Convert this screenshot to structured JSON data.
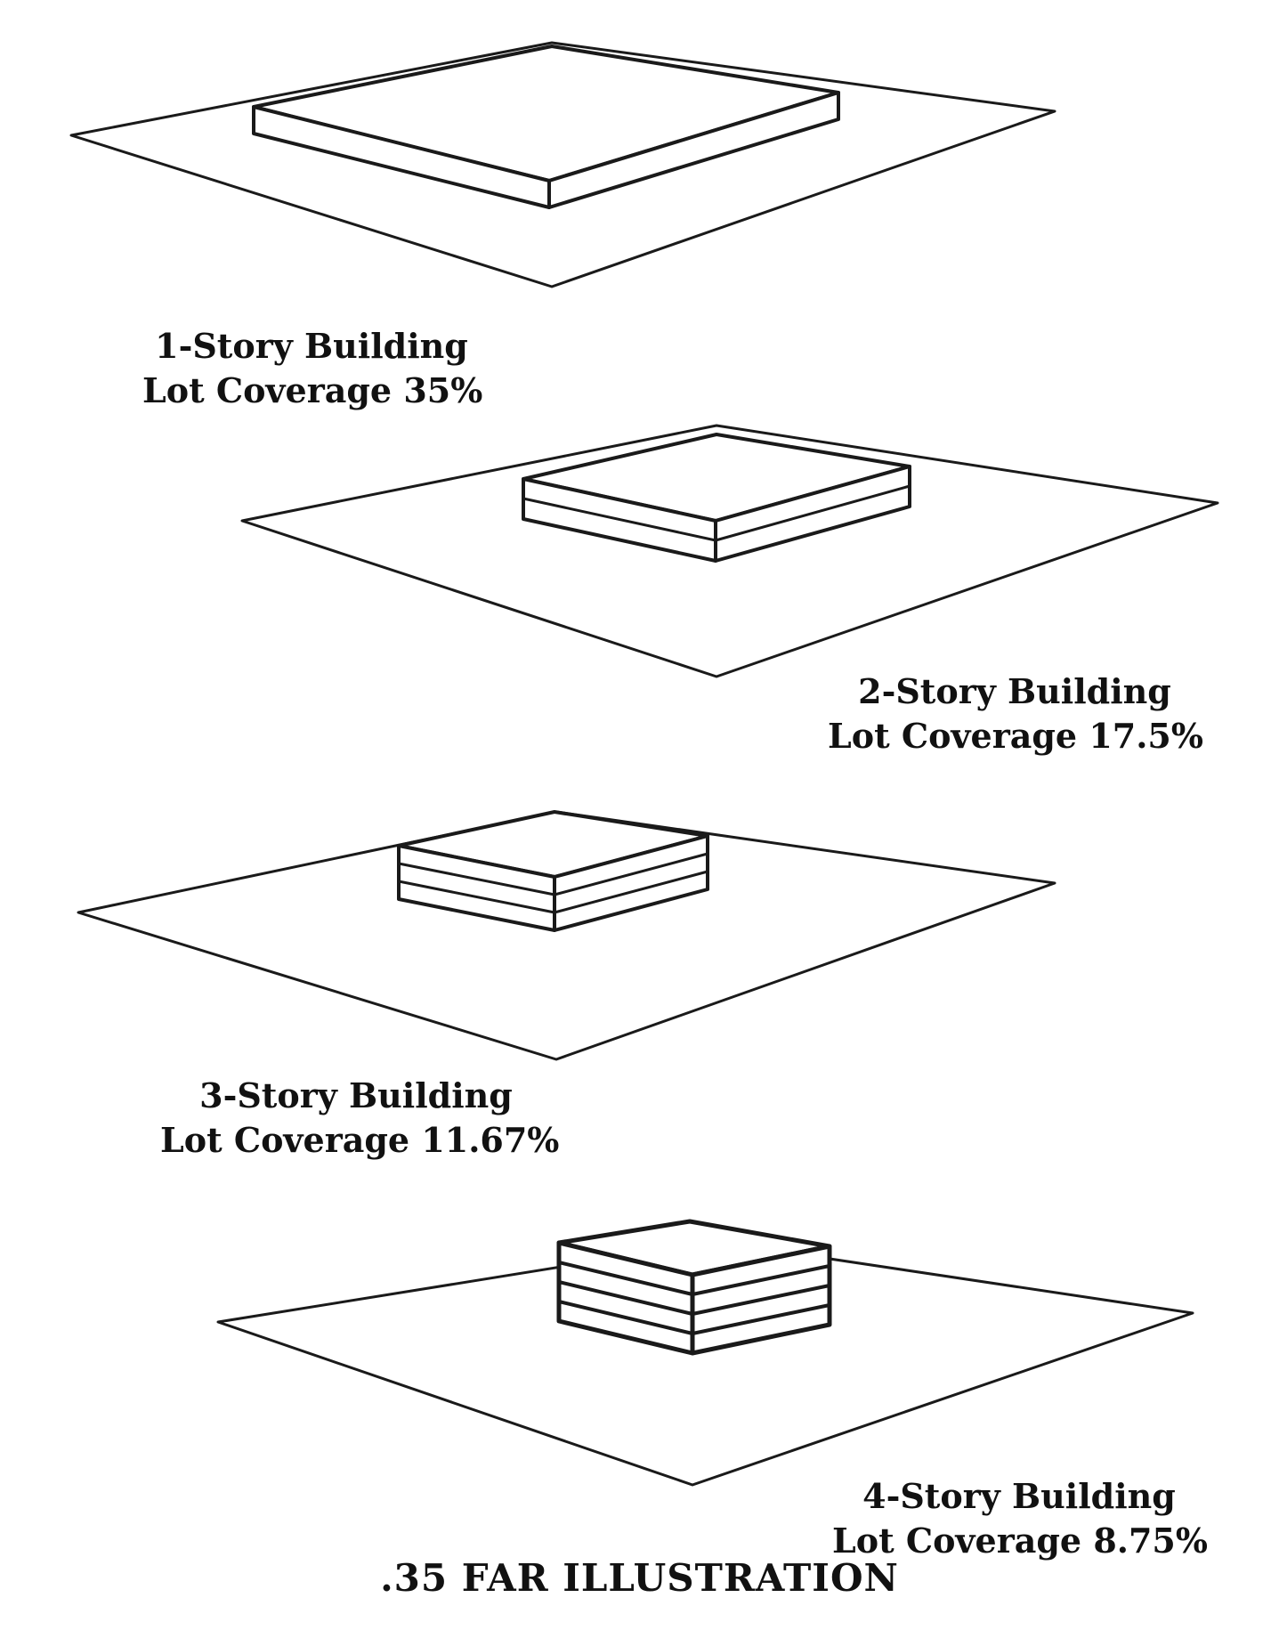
{
  "title": ".35 FAR ILLUSTRATION",
  "panels": [
    {
      "stories": 1,
      "line1": "1-Story Building",
      "line2": "Lot Coverage 35%"
    },
    {
      "stories": 2,
      "line1": "2-Story Building",
      "line2": "Lot Coverage 17.5%"
    },
    {
      "stories": 3,
      "line1": "3-Story Building",
      "line2": "Lot Coverage 11.67%"
    },
    {
      "stories": 4,
      "line1": "4-Story Building",
      "line2": "Lot Coverage 8.75%"
    }
  ],
  "colors": {
    "ink": "#1a1a1a",
    "background": "#ffffff"
  }
}
